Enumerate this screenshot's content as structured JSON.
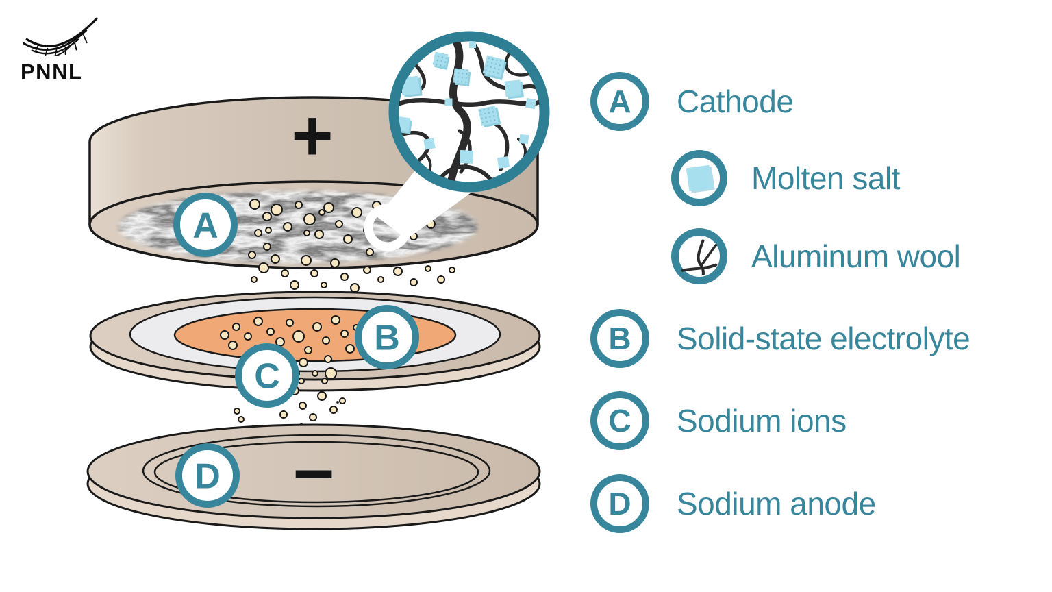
{
  "logo": {
    "org": "PNNL"
  },
  "diagram": {
    "positive_terminal": "+",
    "negative_terminal": "−",
    "badges": {
      "a": "A",
      "b": "B",
      "c": "C",
      "d": "D"
    }
  },
  "legend": {
    "accent": "#37869B",
    "items": [
      {
        "letter": "A",
        "label": "Cathode"
      },
      {
        "icon": "molten-salt-icon",
        "label": "Molten salt"
      },
      {
        "icon": "aluminum-wool-icon",
        "label": "Aluminum wool"
      },
      {
        "letter": "B",
        "label": "Solid-state electrolyte"
      },
      {
        "letter": "C",
        "label": "Sodium ions"
      },
      {
        "letter": "D",
        "label": "Sodium anode"
      }
    ]
  },
  "colors": {
    "accent_teal": "#37869B",
    "molten_salt_blue": "#A8DFEE",
    "electrolyte_orange": "#F1A877",
    "casing_tan": "#CFC1B3",
    "sodium_ion_cream": "#F7E8C3",
    "wool_gray": "#6E6E6E"
  }
}
